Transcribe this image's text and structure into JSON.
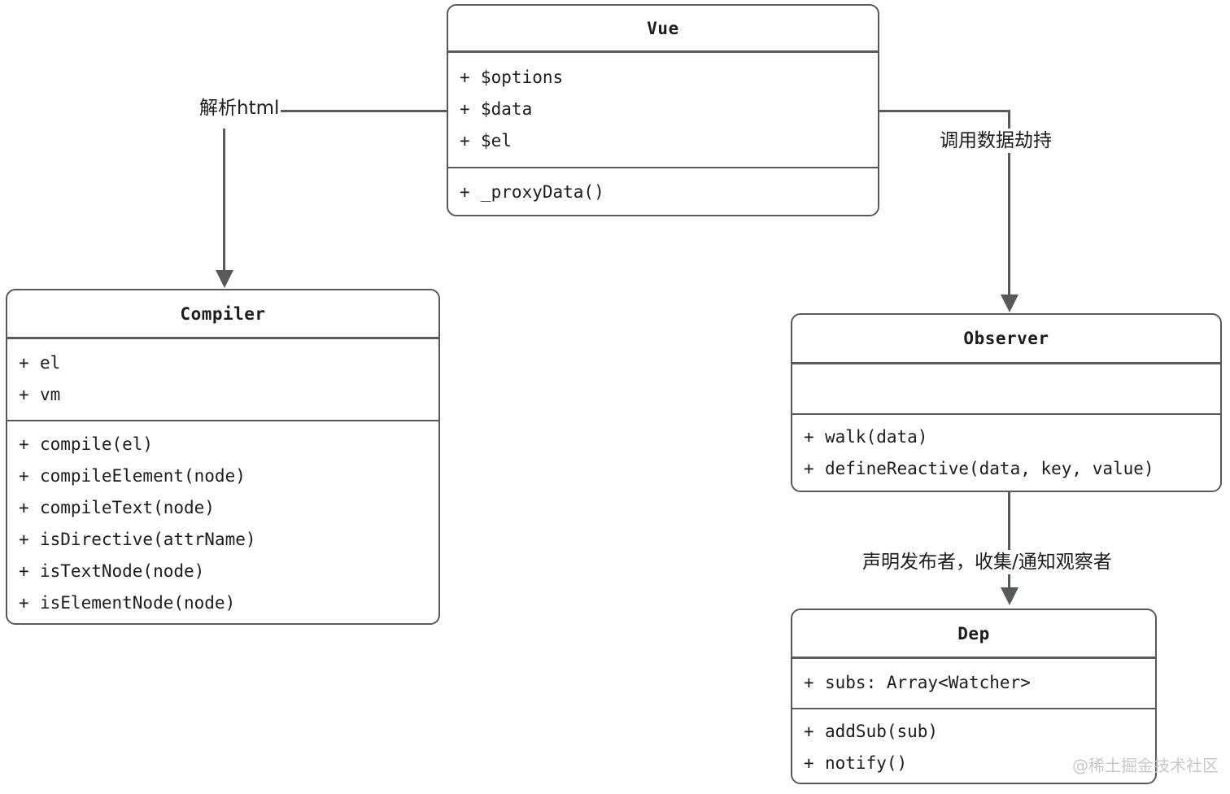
{
  "diagram": {
    "title": "Vue MVVM class diagram",
    "stroke_color": "#57595b",
    "text_color": "#1c1c1c",
    "background": "#ffffff"
  },
  "classes": {
    "vue": {
      "name": "Vue",
      "attributes": [
        {
          "visibility": "+",
          "text": "$options"
        },
        {
          "visibility": "+",
          "text": "$data"
        },
        {
          "visibility": "+",
          "text": "$el"
        }
      ],
      "methods": [
        {
          "visibility": "+",
          "text": "_proxyData()"
        }
      ]
    },
    "compiler": {
      "name": "Compiler",
      "attributes": [
        {
          "visibility": "+",
          "text": "el"
        },
        {
          "visibility": "+",
          "text": "vm"
        }
      ],
      "methods": [
        {
          "visibility": "+",
          "text": "compile(el)"
        },
        {
          "visibility": "+",
          "text": "compileElement(node)"
        },
        {
          "visibility": "+",
          "text": "compileText(node)"
        },
        {
          "visibility": "+",
          "text": "isDirective(attrName)"
        },
        {
          "visibility": "+",
          "text": "isTextNode(node)"
        },
        {
          "visibility": "+",
          "text": "isElementNode(node)"
        }
      ]
    },
    "observer": {
      "name": "Observer",
      "attributes": [],
      "methods": [
        {
          "visibility": "+",
          "text": "walk(data)"
        },
        {
          "visibility": "+",
          "text": "defineReactive(data, key, value)"
        }
      ]
    },
    "dep": {
      "name": "Dep",
      "attributes": [
        {
          "visibility": "+",
          "text": "subs: Array<Watcher>"
        }
      ],
      "methods": [
        {
          "visibility": "+",
          "text": "addSub(sub)"
        },
        {
          "visibility": "+",
          "text": "notify()"
        }
      ]
    }
  },
  "edges": [
    {
      "id": "vue-to-compiler",
      "label": "解析html",
      "from": "Vue",
      "to": "Compiler"
    },
    {
      "id": "vue-to-observer",
      "label": "调用数据劫持",
      "from": "Vue",
      "to": "Observer"
    },
    {
      "id": "observer-to-dep",
      "label": "声明发布者，收集/通知观察者",
      "from": "Observer",
      "to": "Dep"
    }
  ],
  "watermark": {
    "text": "@稀土掘金技术社区"
  }
}
